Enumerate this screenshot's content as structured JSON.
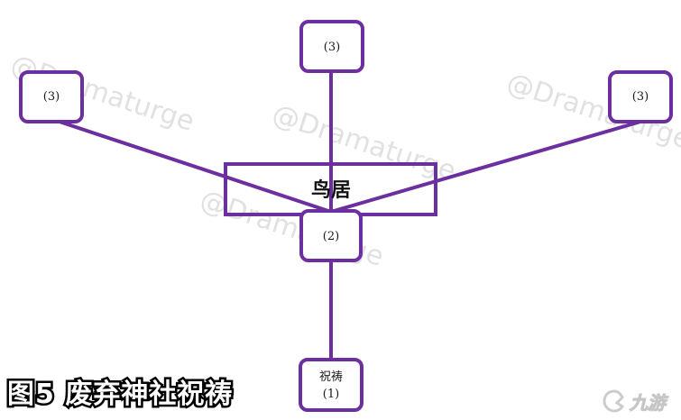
{
  "diagram": {
    "torii_label": "鸟居",
    "nodes": {
      "top_center": "(3)",
      "top_left": "(3)",
      "top_right": "(3)",
      "middle": "(2)",
      "bottom_line1": "祝祷",
      "bottom_line2": "(1)"
    },
    "accent_color": "#6b2fa0"
  },
  "caption": "图5 废弃神社祝祷",
  "watermark": {
    "text": "@Dramaturge",
    "logo_text": "九游",
    "logo_icon": "jiuyou-logo-icon"
  }
}
